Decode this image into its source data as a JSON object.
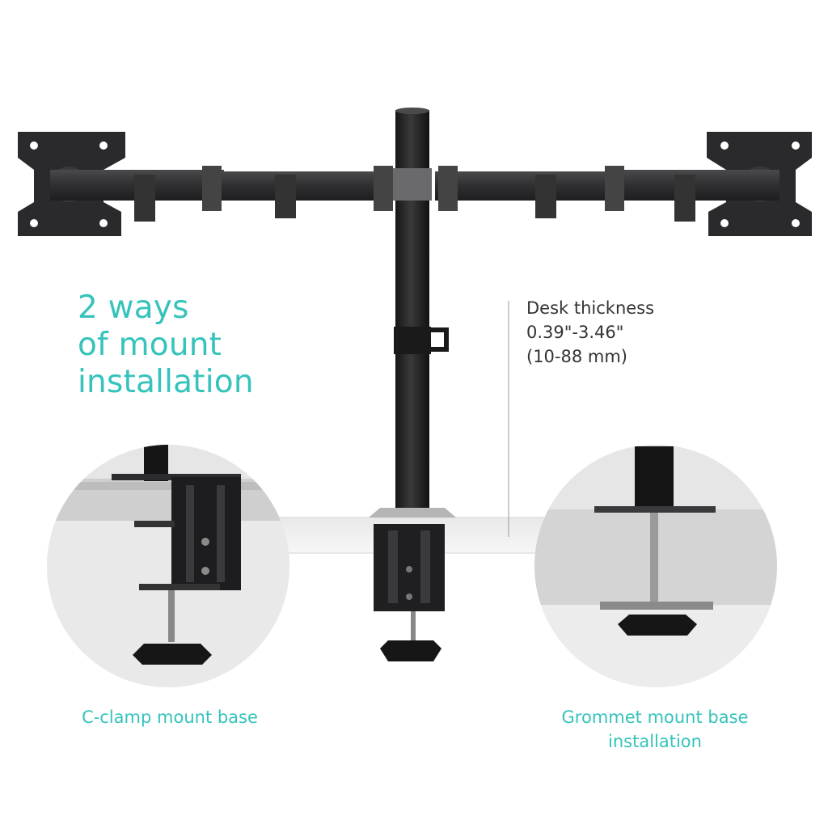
{
  "headline": {
    "line1": "2 ways",
    "line2": "of mount",
    "line3": "installation"
  },
  "spec": {
    "line1": "Desk thickness",
    "line2": "0.39\"-3.46\"",
    "line3": "(10-88 mm)"
  },
  "captions": {
    "cclamp": "C-clamp mount base",
    "grommet_line1": "Grommet mount base",
    "grommet_line2": "installation"
  },
  "colors": {
    "accent": "#35c3bb",
    "metal": "#2e2e30",
    "desk": "#d9d9d9"
  }
}
